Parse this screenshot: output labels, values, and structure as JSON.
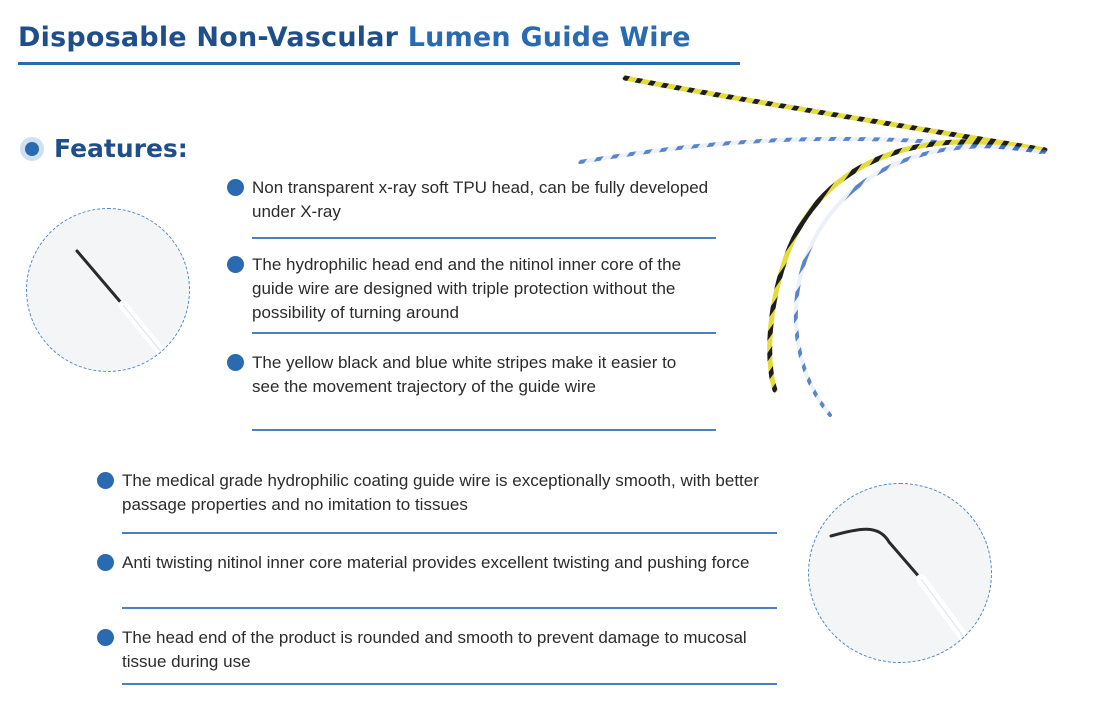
{
  "page": {
    "title_part1": "Disposable Non-Vascular",
    "title_part2": "Lumen Guide Wire",
    "features_heading": "Features:"
  },
  "features_top": [
    {
      "text": "Non transparent x-ray soft TPU head, can be fully developed under X-ray"
    },
    {
      "text": "The hydrophilic head end and the nitinol inner core of the guide wire are designed with triple protection without the possibility of turning around"
    },
    {
      "text": "The yellow black and blue white stripes make it easier to see the movement trajectory of the guide wire"
    }
  ],
  "features_bottom": [
    {
      "text": "The medical grade hydrophilic coating guide wire is exceptionally smooth, with better passage properties and no imitation to tissues"
    },
    {
      "text": "Anti twisting nitinol inner core material provides excellent twisting and pushing force"
    },
    {
      "text": "The head end of the product is rounded and smooth to prevent damage to mucosal tissue during use"
    }
  ],
  "colors": {
    "accent": "#2a6ab0",
    "title_dark": "#1f4f8a",
    "wire_yellow": "#e3dc3a",
    "wire_blue": "#3b6fc2"
  },
  "icons": {
    "straight_tip": "straight-tip-wire-icon",
    "bent_tip": "angled-tip-wire-icon",
    "striped_wires": "striped-guide-wires-icon"
  }
}
